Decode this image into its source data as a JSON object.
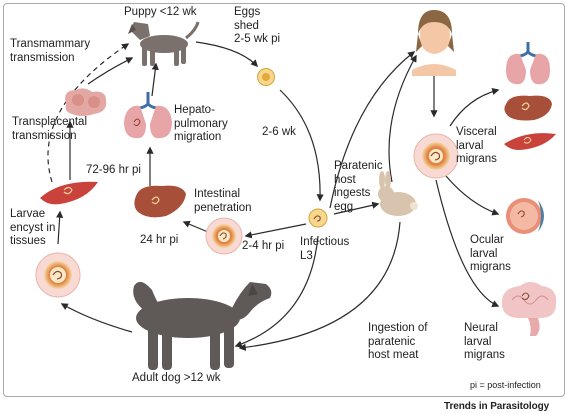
{
  "labels": {
    "puppy": "Puppy <12 wk",
    "eggs_shed": "Eggs\nshed\n2-5 wk pi",
    "transmammary": "Transmammary\ntransmission",
    "hepato": "Hepato-\npulmonary\nmigration",
    "transplacental": "Transplacental\ntransmission",
    "two_six_wk": "2-6 wk",
    "seventy_two_hr": "72-96 hr pi",
    "paratenic_ingests": "Paratenic\nhost\ningests\negg",
    "intestinal": "Intestinal\npenetration",
    "larvae_encyst": "Larvae\nencyst in\ntissues",
    "twenty_four_hr": "24 hr pi",
    "two_four_hr": "2-4 hr pi",
    "infectious": "Infectious\nL3",
    "visceral": "Visceral\nlarval\nmigrans",
    "ocular": "Ocular\nlarval\nmigrans",
    "ingestion": "Ingestion of\nparatenic\nhost meat",
    "neural": "Neural\nlarval\nmigrans",
    "adult_dog": "Adult dog >12 wk",
    "pi_note": "pi = post-infection",
    "journal": "Trends in Parasitology"
  },
  "colors": {
    "dog": "#5f5a58",
    "puppy": "#7a716d",
    "liver": "#a84f3a",
    "lung": "#e8a5a8",
    "muscle": "#c9433c",
    "egg": "#f2c866",
    "rabbit": "#d8c4ae",
    "skin": "#f4c8a6",
    "hair": "#8a6642",
    "brain": "#f1c4c6",
    "eye": "#e98e77",
    "iris": "#4d7ea8",
    "arrow": "#2a2a2a"
  }
}
